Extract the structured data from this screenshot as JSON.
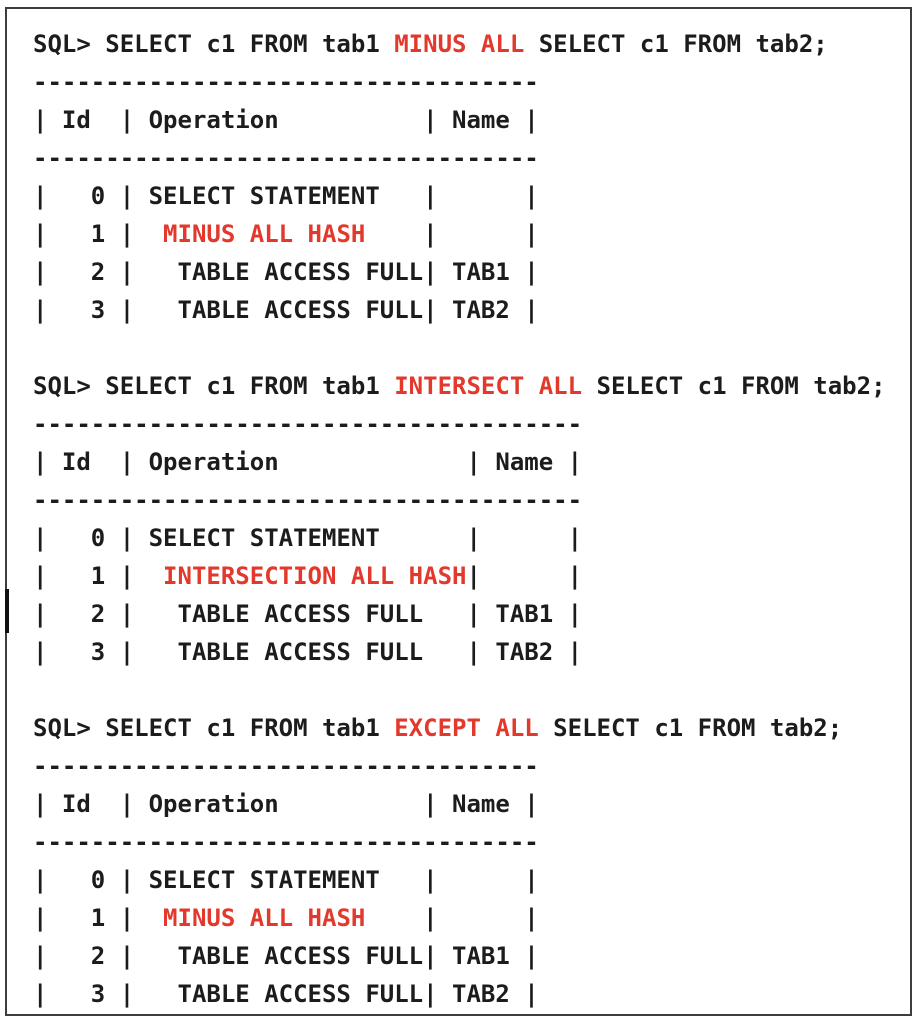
{
  "colors": {
    "keyword_red": "#e2392c",
    "text": "#1c1c1c",
    "border": "#3d3d3d",
    "background": "#ffffff"
  },
  "blocks": [
    {
      "sql": {
        "pre": "SQL> SELECT c1 FROM tab1 ",
        "keyword": "MINUS ALL",
        "post": " SELECT c1 FROM tab2;"
      },
      "divider": "-----------------------------------",
      "header": "| Id  | Operation          | Name |",
      "rows": [
        {
          "text": "|   0 | SELECT STATEMENT   |      |"
        },
        {
          "pre": "|   1 |  ",
          "keyword": "MINUS ALL HASH",
          "post": "    |      |"
        },
        {
          "text": "|   2 |   TABLE ACCESS FULL| TAB1 |"
        },
        {
          "text": "|   3 |   TABLE ACCESS FULL| TAB2 |"
        }
      ]
    },
    {
      "sql": {
        "pre": "SQL> SELECT c1 FROM tab1 ",
        "keyword": "INTERSECT ALL",
        "post": " SELECT c1 FROM tab2;"
      },
      "divider": "--------------------------------------",
      "header": "| Id  | Operation             | Name |",
      "rows": [
        {
          "text": "|   0 | SELECT STATEMENT      |      |"
        },
        {
          "pre": "|   1 |  ",
          "keyword": "INTERSECTION ALL HASH",
          "post": "|      |"
        },
        {
          "text": "|   2 |   TABLE ACCESS FULL   | TAB1 |"
        },
        {
          "text": "|   3 |   TABLE ACCESS FULL   | TAB2 |"
        }
      ]
    },
    {
      "sql": {
        "pre": "SQL> SELECT c1 FROM tab1 ",
        "keyword": "EXCEPT ALL",
        "post": " SELECT c1 FROM tab2;"
      },
      "divider": "-----------------------------------",
      "header": "| Id  | Operation          | Name |",
      "rows": [
        {
          "text": "|   0 | SELECT STATEMENT   |      |"
        },
        {
          "pre": "|   1 |  ",
          "keyword": "MINUS ALL HASH",
          "post": "    |      |"
        },
        {
          "text": "|   2 |   TABLE ACCESS FULL| TAB1 |"
        },
        {
          "text": "|   3 |   TABLE ACCESS FULL| TAB2 |"
        }
      ]
    }
  ]
}
